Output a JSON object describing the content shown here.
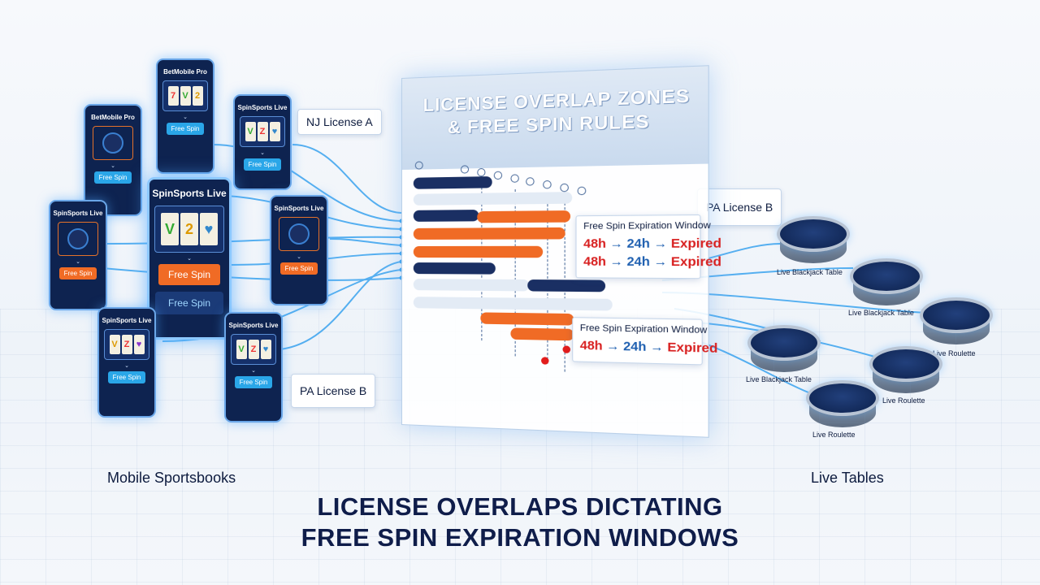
{
  "license_tags": {
    "nj_a": "NJ License A",
    "pa_b_top": "PA License B",
    "pa_b_bottom": "PA License B"
  },
  "phones": [
    {
      "id": "betmobile-top",
      "title": "BetMobile Pro",
      "button": "Free Spin",
      "button_color": "#2aa6e8",
      "screen": "slots"
    },
    {
      "id": "betmobile-left",
      "title": "BetMobile Pro",
      "button": "Free Spin",
      "button_color": "#2aa6e8",
      "screen": "circle"
    },
    {
      "id": "spinsports-center",
      "title": "SpinSports Live",
      "button": "Free Spin",
      "button_color": "#f06b25",
      "screen": "slots",
      "extra": "Free Spin"
    },
    {
      "id": "spinsports-tr",
      "title": "SpinSports Live",
      "button": "Free Spin",
      "button_color": "#2aa6e8",
      "screen": "slots"
    },
    {
      "id": "spinsports-left",
      "title": "SpinSports Live",
      "button": "Free Spin",
      "button_color": "#f06b25",
      "screen": "circle"
    },
    {
      "id": "spinsports-right",
      "title": "SpinSports Live",
      "button": "Free Spin",
      "button_color": "#f06b25",
      "screen": "circle"
    },
    {
      "id": "spinsports-bl",
      "title": "SpinSports Live",
      "button": "Free Spin",
      "button_color": "#2aa6e8",
      "screen": "slots"
    },
    {
      "id": "spinsports-br",
      "title": "SpinSports Live",
      "button": "Free Spin",
      "button_color": "#2aa6e8",
      "screen": "slots"
    }
  ],
  "panel": {
    "title_line1": "LICENSE OVERLAP ZONES",
    "title_line2": "& FREE SPIN RULES"
  },
  "windows": [
    {
      "title": "Free Spin Expiration Window",
      "rows": [
        [
          "48h",
          "24h",
          "Expired"
        ],
        [
          "48h",
          "24h",
          "Expired"
        ]
      ]
    },
    {
      "title": "Free Spin Expiration Window",
      "rows": [
        [
          "48h",
          "24h",
          "Expired"
        ]
      ]
    }
  ],
  "tables": [
    {
      "id": "t1",
      "label": "Live Blackjack Table"
    },
    {
      "id": "t2",
      "label": "Live Blackjack Table"
    },
    {
      "id": "t3",
      "label": "Live Roulette"
    },
    {
      "id": "t4",
      "label": "Live Blackjack Table"
    },
    {
      "id": "t5",
      "label": "Live Roulette"
    },
    {
      "id": "t6",
      "label": "Live Roulette"
    }
  ],
  "captions": {
    "left": "Mobile Sportsbooks",
    "right": "Live Tables"
  },
  "main_title": {
    "line1": "LICENSE OVERLAPS DICTATING",
    "line2": "FREE SPIN EXPIRATION WINDOWS"
  },
  "colors": {
    "navy": "#1a2f63",
    "orange": "#f06b25",
    "blue": "#2aa6e8",
    "expired": "#d81f1f"
  }
}
